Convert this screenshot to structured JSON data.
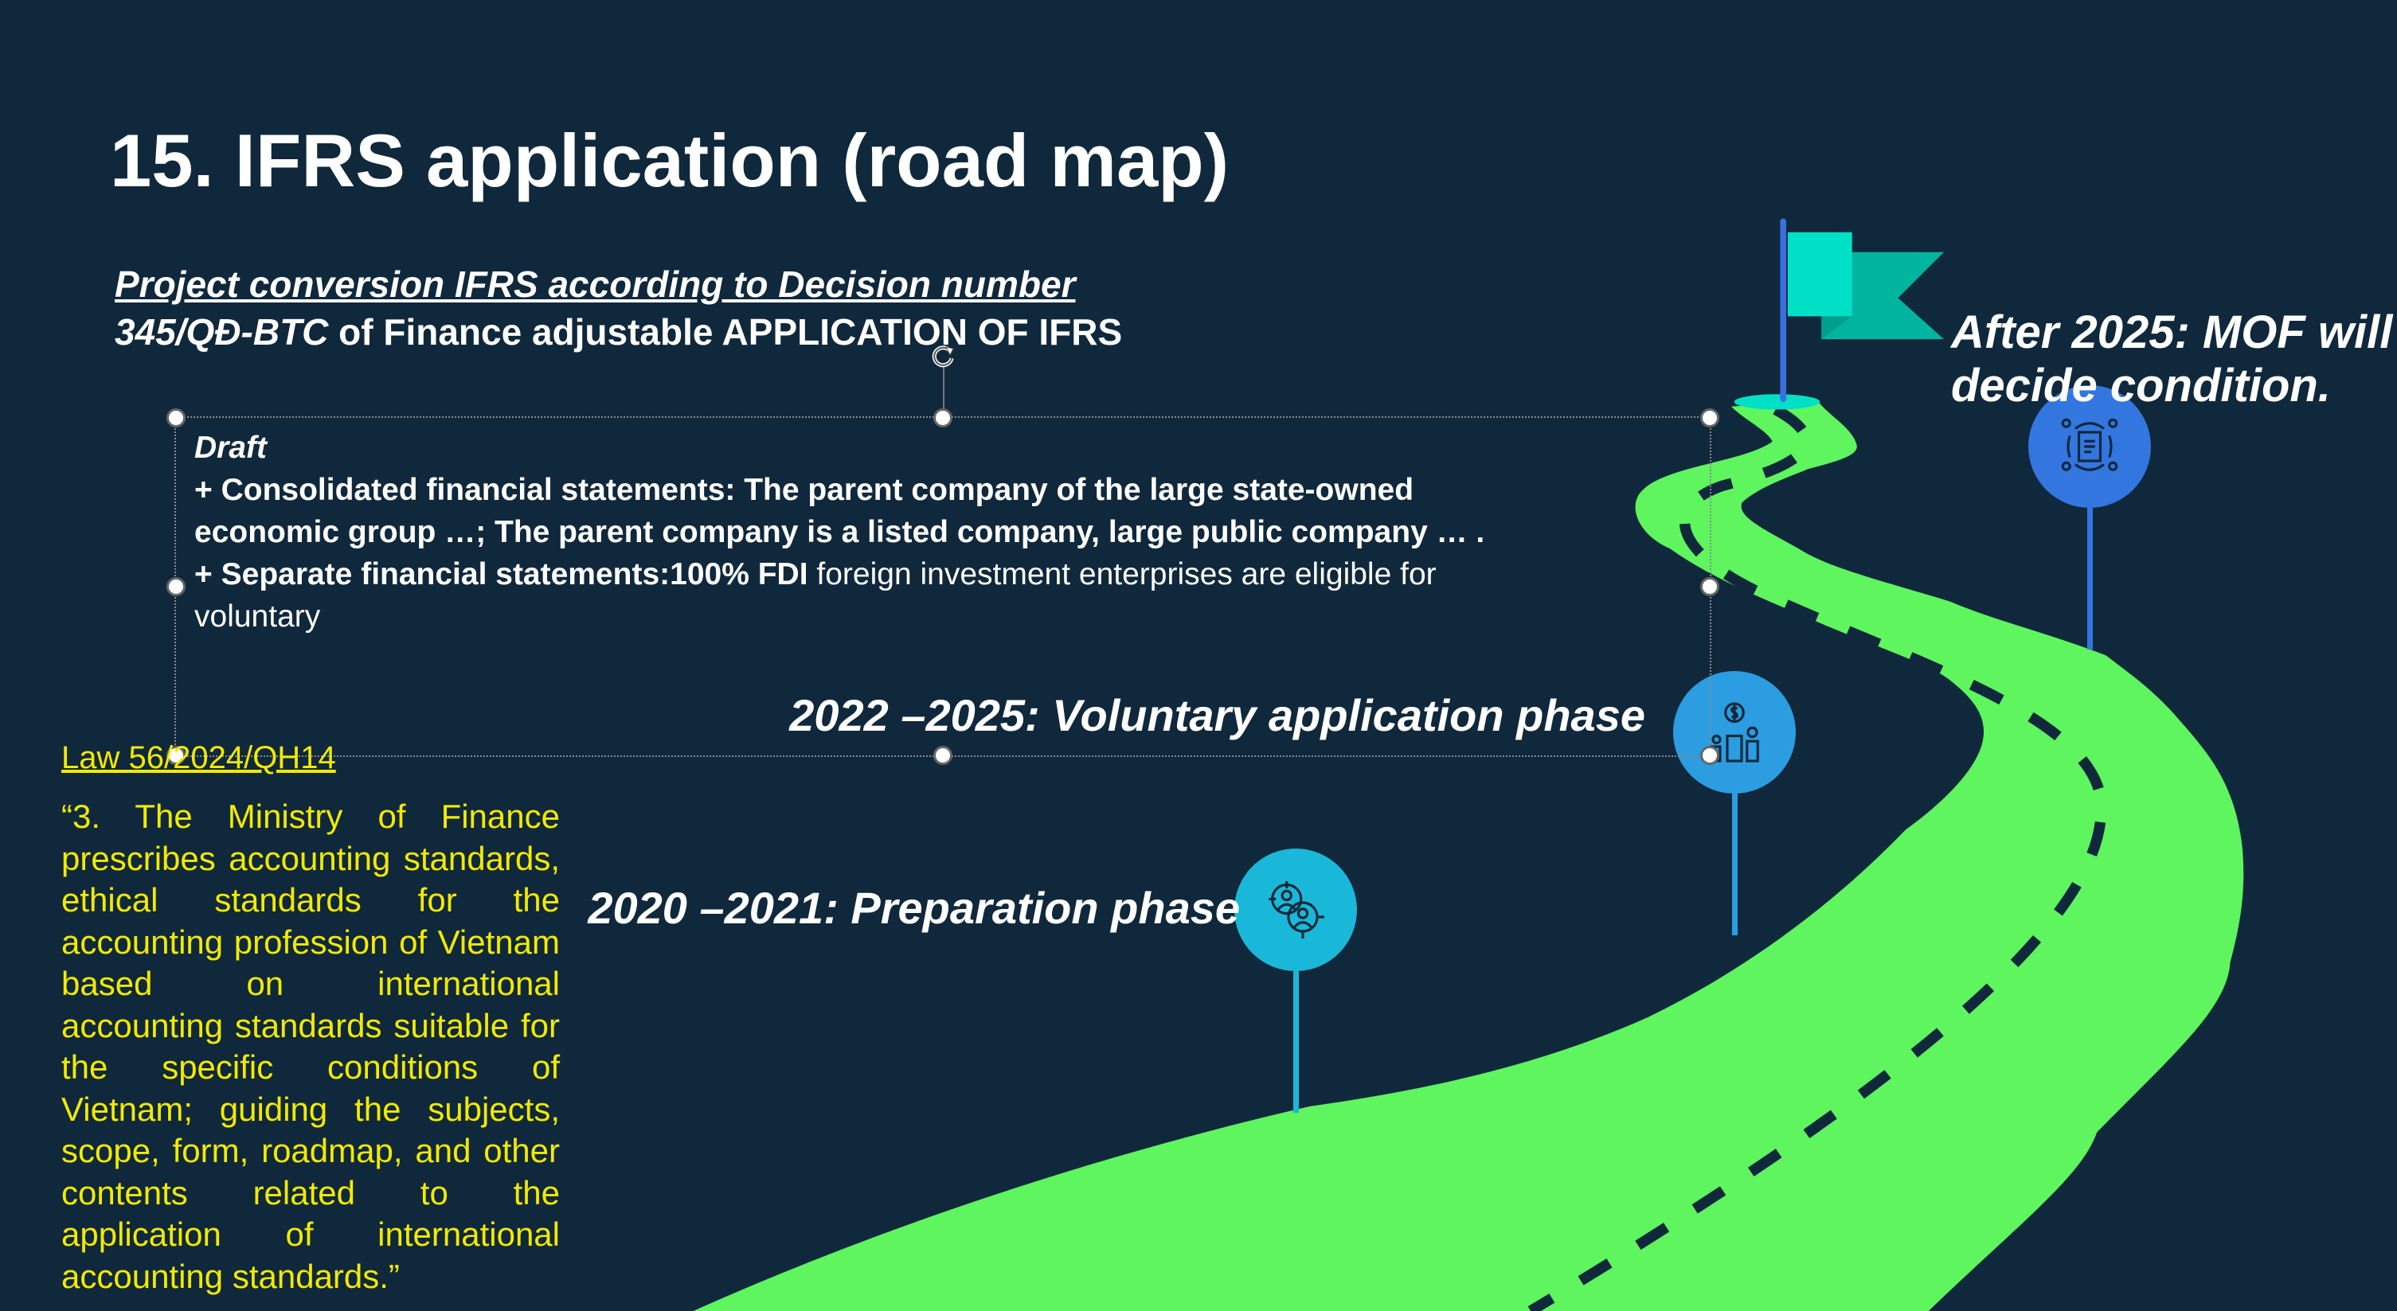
{
  "slide": {
    "title": "15. IFRS application (road map)",
    "subtitle_line1": "Project conversion IFRS according to Decision number ",
    "subtitle_line2_italic": "345/QĐ-BTC",
    "subtitle_line2_rest": " of Finance adjustable APPLICATION OF IFRS"
  },
  "draft_box": {
    "heading": "Draft",
    "line1": "+ Consolidated financial statements: The parent company of the large state-owned",
    "line2": "economic group …; The parent company is a listed company, large public company … .",
    "line3_bold": "+ Separate financial statements:100% FDI",
    "line3_rest": " foreign investment enterprises are eligible for",
    "line4": "voluntary"
  },
  "phases": {
    "phase1": "2020 –2021: Preparation phase",
    "phase2": "2022 –2025: Voluntary application phase",
    "phase3": "After 2025: MOF will decide condition."
  },
  "law": {
    "title": "Law 56/2024/QH14",
    "text": "“3. The Ministry of Finance prescribes accounting standards, ethical standards for the accounting profession of Vietnam based on international accounting standards suitable for the specific conditions of Vietnam; guiding the subjects, scope, form, roadmap, and other contents related to the application of international accounting standards.”"
  },
  "icons": {
    "phase1": "people-target-icon",
    "phase2": "money-podium-icon",
    "phase3": "book-team-icon"
  },
  "colors": {
    "background": "#10283c",
    "road": "#5ef55f",
    "law_text": "#f2ea00",
    "pin1": "#1ab8d8",
    "pin2": "#2b9de0",
    "pin3": "#3476e0",
    "flag_front": "#00e0c6",
    "flag_back": "#00b5a0"
  }
}
